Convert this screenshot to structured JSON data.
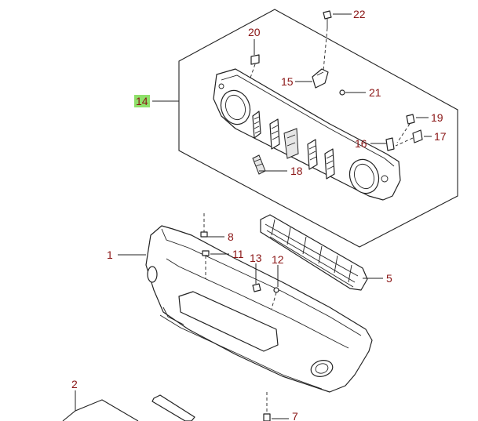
{
  "diagram": {
    "callouts": [
      {
        "id": "c22",
        "label": "22"
      },
      {
        "id": "c20",
        "label": "20"
      },
      {
        "id": "c15",
        "label": "15"
      },
      {
        "id": "c21",
        "label": "21"
      },
      {
        "id": "c14",
        "label": "14",
        "highlight_color": "#8ee06a"
      },
      {
        "id": "c19",
        "label": "19"
      },
      {
        "id": "c16",
        "label": "16"
      },
      {
        "id": "c17",
        "label": "17"
      },
      {
        "id": "c18",
        "label": "18"
      },
      {
        "id": "c8",
        "label": "8"
      },
      {
        "id": "c1",
        "label": "1"
      },
      {
        "id": "c11",
        "label": "11"
      },
      {
        "id": "c13",
        "label": "13"
      },
      {
        "id": "c12",
        "label": "12"
      },
      {
        "id": "c5",
        "label": "5"
      },
      {
        "id": "c2",
        "label": "2"
      },
      {
        "id": "c7",
        "label": "7"
      }
    ],
    "colors": {
      "label_text": "#8a1515",
      "line": "#222222",
      "highlight": "#8ee06a"
    }
  }
}
